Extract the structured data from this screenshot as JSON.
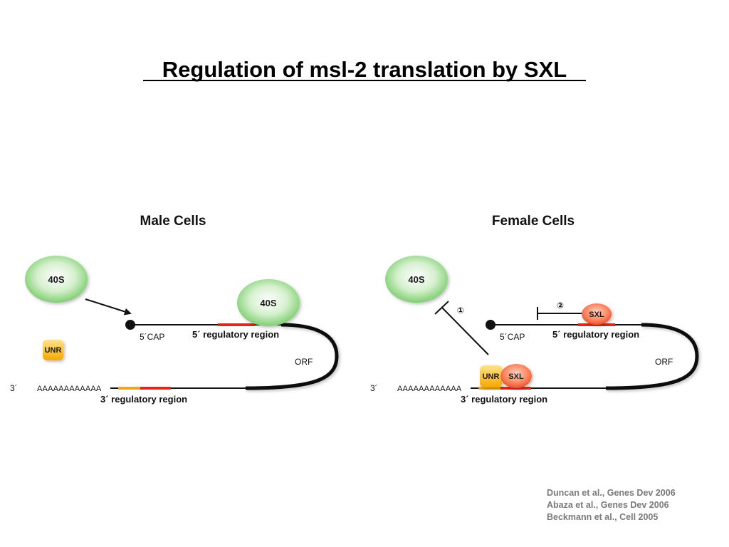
{
  "title": "Regulation of msl-2 translation by SXL",
  "panels": {
    "male": {
      "heading": "Male Cells",
      "free_40s": "40S",
      "bound_40s": "40S",
      "unr": "UNR",
      "cap": "5´CAP",
      "five_region": "5´ regulatory region",
      "orf": "ORF",
      "three_end": "3´",
      "polya": "AAAAAAAAAAAA",
      "three_region": "3´ regulatory region"
    },
    "female": {
      "heading": "Female Cells",
      "free_40s": "40S",
      "step1": "①",
      "step2": "②",
      "sxl_5": "SXL",
      "cap": "5´CAP",
      "five_region": "5´ regulatory region",
      "orf": "ORF",
      "unr": "UNR",
      "sxl_3": "SXL",
      "three_end": "3´",
      "polya": "AAAAAAAAAAAA",
      "three_region": "3´ regulatory region"
    }
  },
  "references": [
    "Duncan et al., Genes Dev 2006",
    "Abaza et al., Genes Dev 2006",
    "Beckmann et al., Cell 2005"
  ]
}
